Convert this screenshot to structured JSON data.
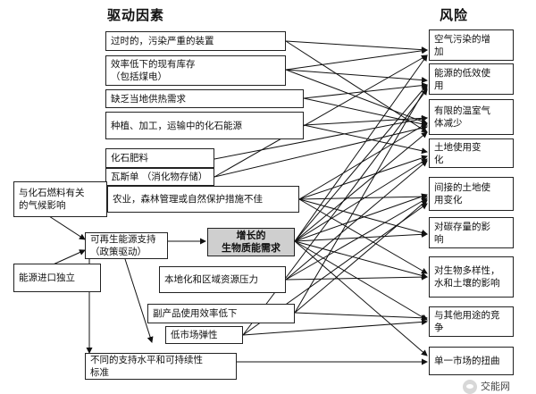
{
  "headings": {
    "drivers": "驱动因素",
    "risks": "风险"
  },
  "drivers": [
    {
      "id": "d1",
      "label": "过时的，污染严重的装置"
    },
    {
      "id": "d2",
      "label": "效率低下的现有库存\n（包括煤电）"
    },
    {
      "id": "d3",
      "label": "缺乏当地供热需求"
    },
    {
      "id": "d4",
      "label": "种植、加工，运输中的化石能源"
    },
    {
      "id": "d5",
      "label": "化石肥料"
    },
    {
      "id": "d6",
      "label": "瓦斯单 （消化物存储）"
    },
    {
      "id": "d7",
      "label": "农业，森林管理或自然保护措施不佳"
    },
    {
      "id": "d8",
      "label": "本地化和区域资源压力"
    },
    {
      "id": "d9",
      "label": "副产品使用效率低下"
    },
    {
      "id": "d10",
      "label": "低市场弹性"
    },
    {
      "id": "d11",
      "label": "不同的支持水平和可持续性\n标准"
    }
  ],
  "policy": [
    {
      "id": "p1",
      "label": "与化石燃料有关\n的气候影响"
    },
    {
      "id": "p2",
      "label": "可再生能源支持\n（政策驱动）"
    },
    {
      "id": "p3",
      "label": "能源进口独立"
    }
  ],
  "center": {
    "label": "增长的\n生物质能需求"
  },
  "risks": [
    {
      "id": "r1",
      "label": "空气污染的增\n加"
    },
    {
      "id": "r2",
      "label": "能源的低效使\n用"
    },
    {
      "id": "r3",
      "label": "有限的温室气\n体减少"
    },
    {
      "id": "r4",
      "label": "土地使用变\n化"
    },
    {
      "id": "r5",
      "label": "间接的土地使\n用变化"
    },
    {
      "id": "r6",
      "label": "对碳存量的影\n响"
    },
    {
      "id": "r7",
      "label": "对生物多样性，\n水和土壤的影响"
    },
    {
      "id": "r8",
      "label": "与其他用途的竞\n争"
    },
    {
      "id": "r9",
      "label": "单一市场的扭曲"
    }
  ],
  "watermark": "交能网"
}
